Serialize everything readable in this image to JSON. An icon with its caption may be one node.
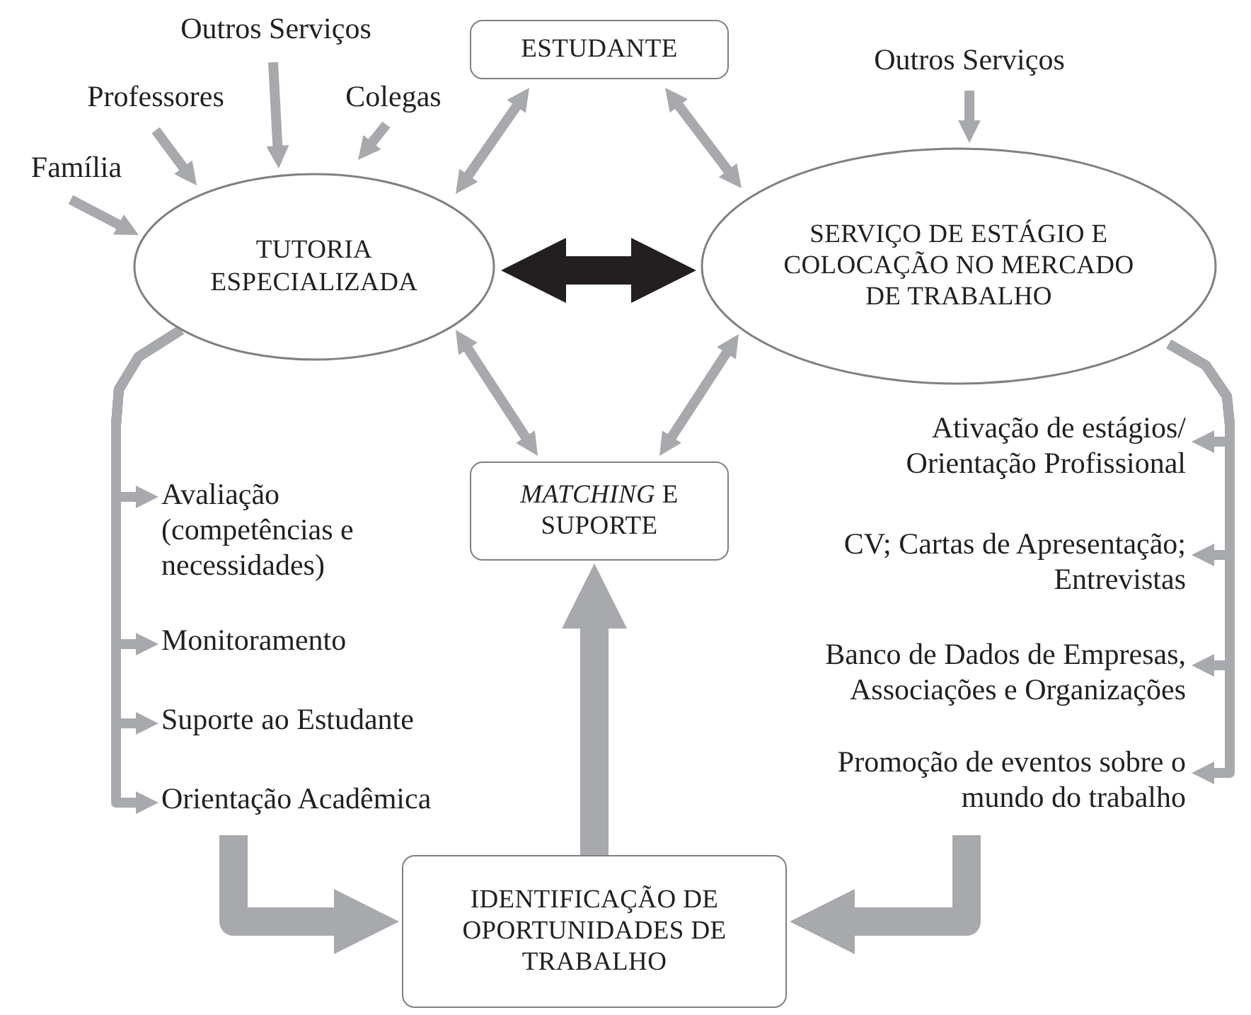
{
  "diagram": {
    "nodes": [
      {
        "text": [
          "Outros Serviços"
        ]
      },
      {
        "text": [
          "ESTUDANTE"
        ]
      },
      {
        "text": [
          "Outros Serviços"
        ]
      },
      {
        "text": [
          "Professores"
        ]
      },
      {
        "text": [
          "Colegas"
        ]
      },
      {
        "text": [
          "Família"
        ]
      },
      {
        "text": [
          "TUTORIA ESPECIALIZADA"
        ]
      },
      {
        "text": [
          "SERVIÇO DE ESTÁGIO E COLOCAÇÃO NO MERCADO DE TRABALHO"
        ]
      },
      {
        "text": [
          "*MATCHING* E SUPORTE"
        ]
      },
      {
        "text": [
          "Ativação de estágios/ Orientação Profissional"
        ]
      },
      {
        "text": [
          "Avaliação (competências e necessidades)"
        ]
      },
      {
        "text": [
          "CV; Cartas de Apresentação; Entrevistas"
        ]
      },
      {
        "text": [
          "Monitoramento"
        ]
      },
      {
        "text": [
          "Banco de Dados de Empresas, Associações e Organizações"
        ]
      },
      {
        "text": [
          "Suporte ao Estudante"
        ]
      },
      {
        "text": [
          "Promoção de eventos sobre o mundo do trabalho"
        ]
      },
      {
        "text": [
          "Orientação Acadêmica"
        ]
      },
      {
        "text": [
          "IDENTIFICAÇÃO DE OPORTUNIDADES DE TRABALHO"
        ]
      }
    ],
    "edges": [
      {
        "from": 0,
        "to": 6,
        "arrow": "to"
      },
      {
        "from": 3,
        "to": 6,
        "arrow": "to"
      },
      {
        "from": 4,
        "to": 6,
        "arrow": "to"
      },
      {
        "from": 5,
        "to": 6,
        "arrow": "to"
      },
      {
        "from": 2,
        "to": 7,
        "arrow": "to"
      },
      {
        "from": 1,
        "to": 6,
        "arrow": "both"
      },
      {
        "from": 1,
        "to": 7,
        "arrow": "both"
      },
      {
        "from": 6,
        "to": 7,
        "arrow": "both",
        "style": "thick",
        "color": "#231f20"
      },
      {
        "from": 6,
        "to": 8,
        "arrow": "both"
      },
      {
        "from": 7,
        "to": 8,
        "arrow": "both"
      },
      {
        "from": 6,
        "to": 10,
        "arrow": "to"
      },
      {
        "from": 6,
        "to": 12,
        "arrow": "to"
      },
      {
        "from": 6,
        "to": 14,
        "arrow": "to"
      },
      {
        "from": 6,
        "to": 16,
        "arrow": "to"
      },
      {
        "from": 7,
        "to": 9,
        "arrow": "to"
      },
      {
        "from": 7,
        "to": 11,
        "arrow": "to"
      },
      {
        "from": 7,
        "to": 13,
        "arrow": "to"
      },
      {
        "from": 7,
        "to": 15,
        "arrow": "to"
      },
      {
        "from": 16,
        "to": 17,
        "arrow": "to",
        "style": "thick"
      },
      {
        "from": 15,
        "to": 17,
        "arrow": "to",
        "style": "thick"
      },
      {
        "from": 17,
        "to": 8,
        "arrow": "to",
        "style": "thick"
      }
    ]
  }
}
